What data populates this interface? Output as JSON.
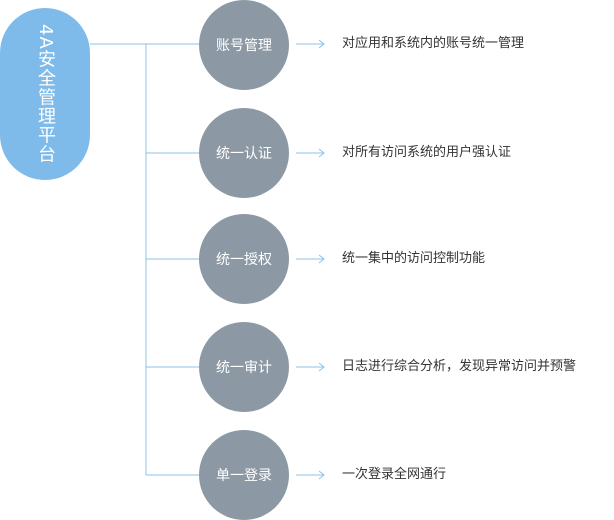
{
  "root": {
    "label": "4A安全管理平台"
  },
  "nodes": [
    {
      "label": "账号管理",
      "description": "对应用和系统内的账号统一管理"
    },
    {
      "label": "统一认证",
      "description": "对所有访问系统的用户强认证"
    },
    {
      "label": "统一授权",
      "description": "统一集中的访问控制功能"
    },
    {
      "label": "统一审计",
      "description": "日志进行综合分析，发现异常访问并预警"
    },
    {
      "label": "单一登录",
      "description": "一次登录全网通行"
    }
  ],
  "colors": {
    "root_fill": "#7ebbea",
    "node_fill": "#8c99a4",
    "connector": "#8dc3ea"
  }
}
